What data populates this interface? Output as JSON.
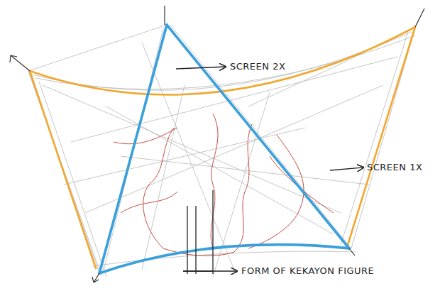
{
  "diagram": {
    "labels": [
      "SCREEN 2X",
      "SCREEN 1X",
      "FORM OF KEKAYON FIGURE"
    ]
  }
}
